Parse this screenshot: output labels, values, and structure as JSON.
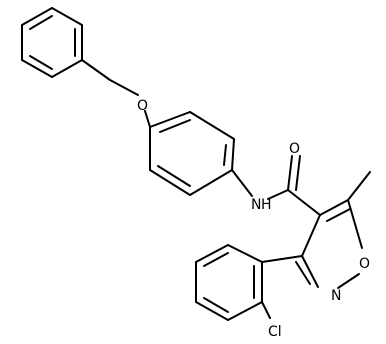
{
  "atoms": {
    "O_ether": "O",
    "O_carbonyl": "O",
    "N_amide": "N",
    "H_amide": "H",
    "N_ring": "N",
    "O_ring": "O",
    "Cl": "Cl"
  },
  "colors": {
    "bond": "#000000",
    "background": "#ffffff"
  }
}
